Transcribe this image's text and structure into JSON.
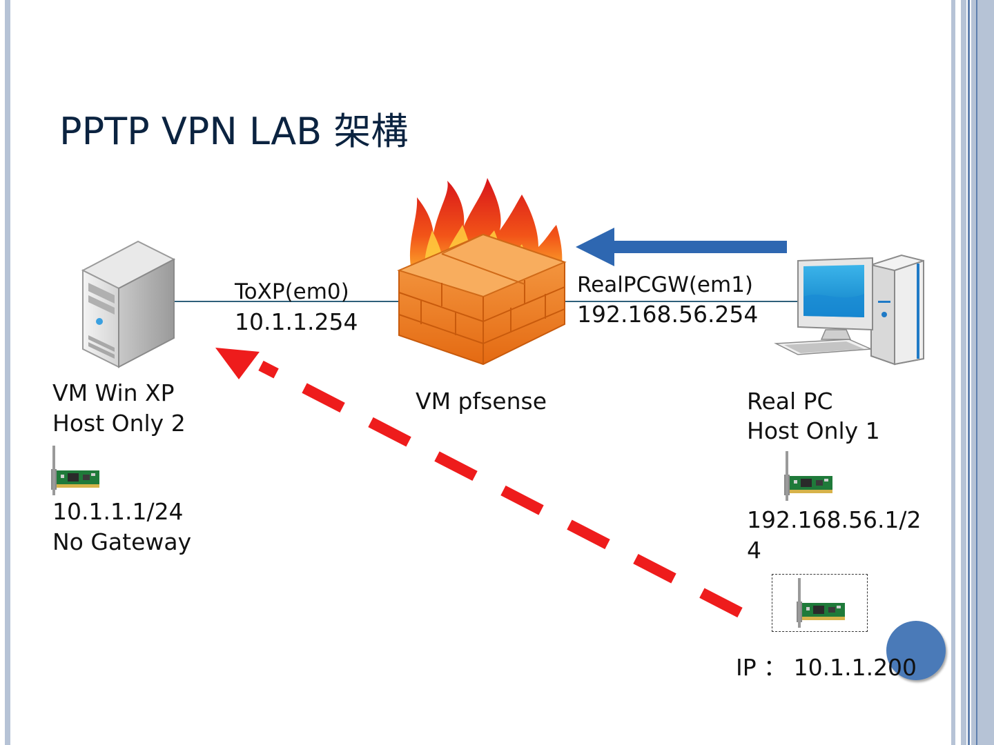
{
  "title": "PPTP VPN LAB 架構",
  "nodes": {
    "winxp": {
      "name": "VM Win XP",
      "network": "Host Only 2",
      "ip": "10.1.1.1/24",
      "gateway": "No Gateway",
      "icon": "server-icon"
    },
    "pfsense": {
      "name": "VM pfsense",
      "icon": "firewall-icon"
    },
    "realpc": {
      "name": "Real PC",
      "network": "Host Only 1",
      "ip_line1": "192.168.56.1/2",
      "ip_line2": "4",
      "vpn_ip": "IP ： 10.1.1.200",
      "icon": "desktop-pc-icon"
    }
  },
  "interfaces": {
    "em0": {
      "name": "ToXP(em0)",
      "ip": "10.1.1.254"
    },
    "em1": {
      "name": "RealPCGW(em1)",
      "ip": "192.168.56.254"
    }
  },
  "colors": {
    "title": "#0b2340",
    "link_line": "#2e5f7a",
    "blue_arrow": "#2e67b1",
    "vpn_arrow": "#ee1c1c",
    "border": "#b6c3d6",
    "page_circle": "#4a7ab8"
  }
}
